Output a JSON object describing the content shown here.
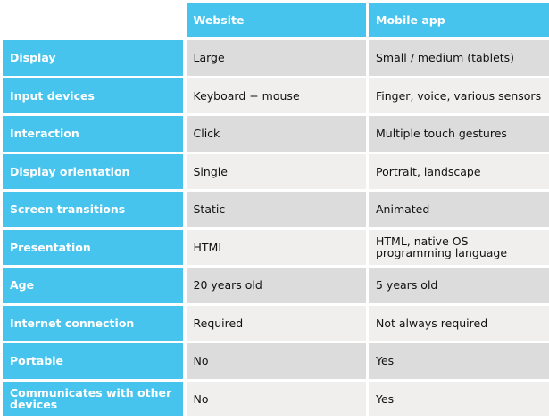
{
  "columns": {
    "website": "Website",
    "mobile": "Mobile app"
  },
  "rows": [
    {
      "label": "Display",
      "website": "Large",
      "mobile": "Small / medium (tablets)"
    },
    {
      "label": "Input devices",
      "website": "Keyboard + mouse",
      "mobile": "Finger, voice, various sensors"
    },
    {
      "label": "Interaction",
      "website": "Click",
      "mobile": "Multiple touch gestures"
    },
    {
      "label": "Display orientation",
      "website": "Single",
      "mobile": "Portrait, landscape"
    },
    {
      "label": "Screen transitions",
      "website": "Static",
      "mobile": "Animated"
    },
    {
      "label": "Presentation",
      "website": "HTML",
      "mobile": "HTML, native OS programming language"
    },
    {
      "label": "Age",
      "website": "20 years old",
      "mobile": "5 years old"
    },
    {
      "label": "Internet connection",
      "website": "Required",
      "mobile": "Not always required"
    },
    {
      "label": "Portable",
      "website": "No",
      "mobile": "Yes"
    },
    {
      "label": "Communicates with other devices",
      "website": "No",
      "mobile": "Yes"
    }
  ],
  "colors": {
    "header": "#47c4ee",
    "cell_dark": "#dcdcdc",
    "cell_light": "#f0efed"
  }
}
